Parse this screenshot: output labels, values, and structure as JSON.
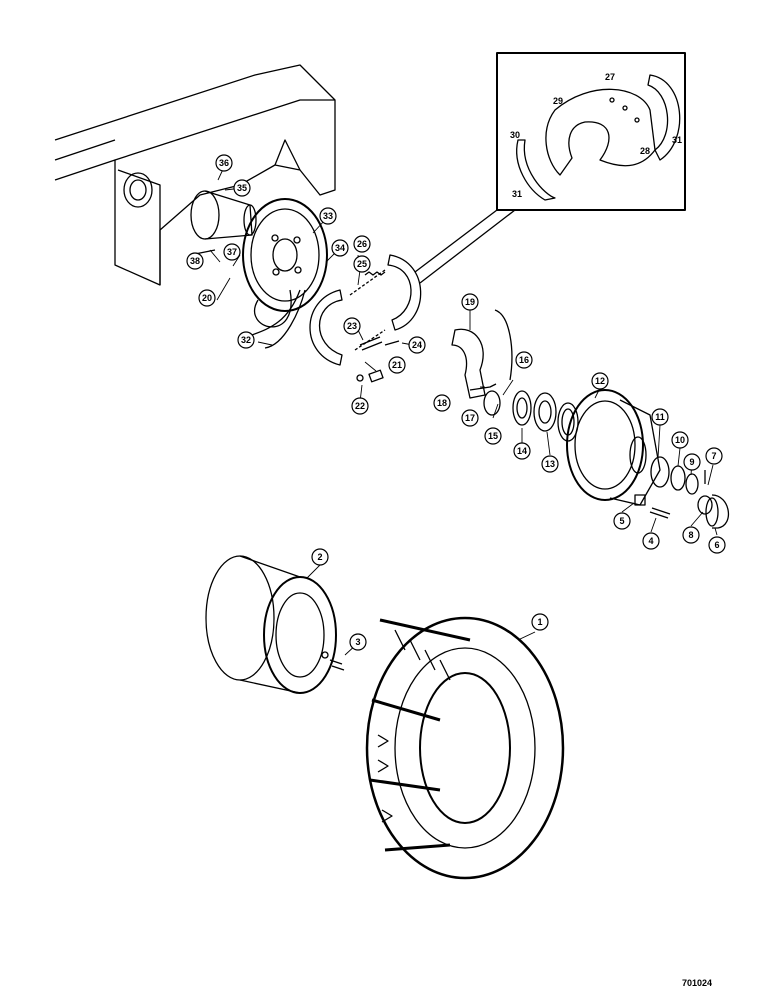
{
  "callouts": [
    {
      "id": "1",
      "text": "1"
    },
    {
      "id": "2",
      "text": "2"
    },
    {
      "id": "3",
      "text": "3"
    },
    {
      "id": "4",
      "text": "4"
    },
    {
      "id": "5",
      "text": "5"
    },
    {
      "id": "6",
      "text": "6"
    },
    {
      "id": "7",
      "text": "7"
    },
    {
      "id": "8",
      "text": "8"
    },
    {
      "id": "9",
      "text": "9"
    },
    {
      "id": "10",
      "text": "10"
    },
    {
      "id": "11",
      "text": "11"
    },
    {
      "id": "12",
      "text": "12"
    },
    {
      "id": "13",
      "text": "13"
    },
    {
      "id": "14",
      "text": "14"
    },
    {
      "id": "15",
      "text": "15"
    },
    {
      "id": "16",
      "text": "16"
    },
    {
      "id": "17",
      "text": "17"
    },
    {
      "id": "18",
      "text": "18"
    },
    {
      "id": "19",
      "text": "19"
    },
    {
      "id": "20",
      "text": "20"
    },
    {
      "id": "21",
      "text": "21"
    },
    {
      "id": "22",
      "text": "22"
    },
    {
      "id": "23",
      "text": "23"
    },
    {
      "id": "24",
      "text": "24"
    },
    {
      "id": "25",
      "text": "25"
    },
    {
      "id": "26",
      "text": "26"
    },
    {
      "id": "32",
      "text": "32"
    },
    {
      "id": "33",
      "text": "33"
    },
    {
      "id": "34",
      "text": "34"
    },
    {
      "id": "35",
      "text": "35"
    },
    {
      "id": "36",
      "text": "36"
    },
    {
      "id": "37",
      "text": "37"
    },
    {
      "id": "38",
      "text": "38"
    }
  ],
  "inset_labels": {
    "l27": "27",
    "l29": "29",
    "l28": "28",
    "l30": "30",
    "l31a": "31",
    "l31b": "31"
  },
  "figure_number": "701024"
}
